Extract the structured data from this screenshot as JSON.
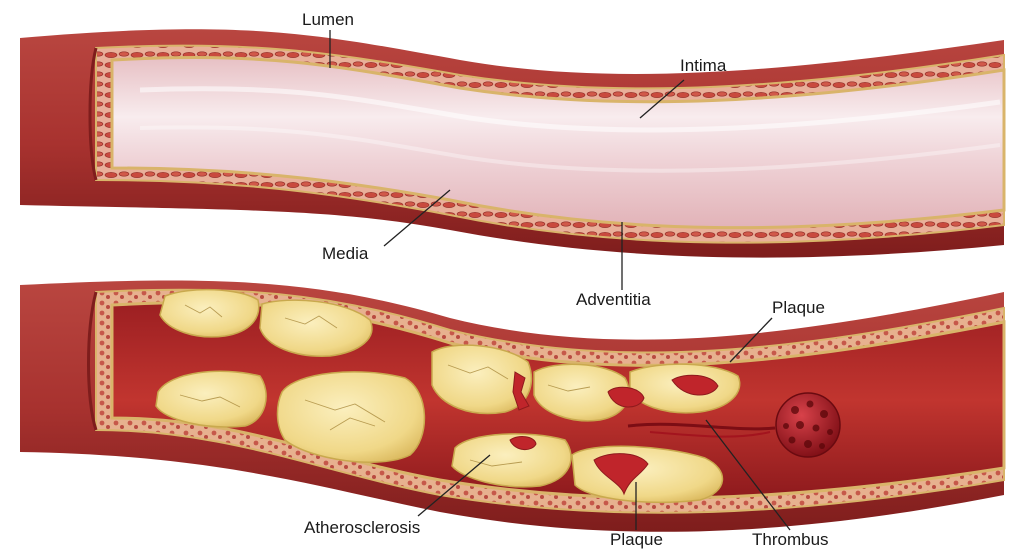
{
  "labels": {
    "lumen": "Lumen",
    "intima": "Intima",
    "media": "Media",
    "adventitia": "Adventitia",
    "plaque_upper": "Plaque",
    "atherosclerosis": "Atherosclerosis",
    "plaque_lower": "Plaque",
    "thrombus": "Thrombus"
  },
  "colors": {
    "vessel_outer": "#a8322f",
    "vessel_dark": "#7e1d1c",
    "lumen_healthy": "#f2d9dc",
    "lumen_blood": "#b92a2a",
    "intima_line": "#d9b46a",
    "media_cells": "#c94a3e",
    "plaque_fill": "#f2dc8c",
    "plaque_edge": "#c9a94e",
    "thrombus": "#a3141e"
  }
}
